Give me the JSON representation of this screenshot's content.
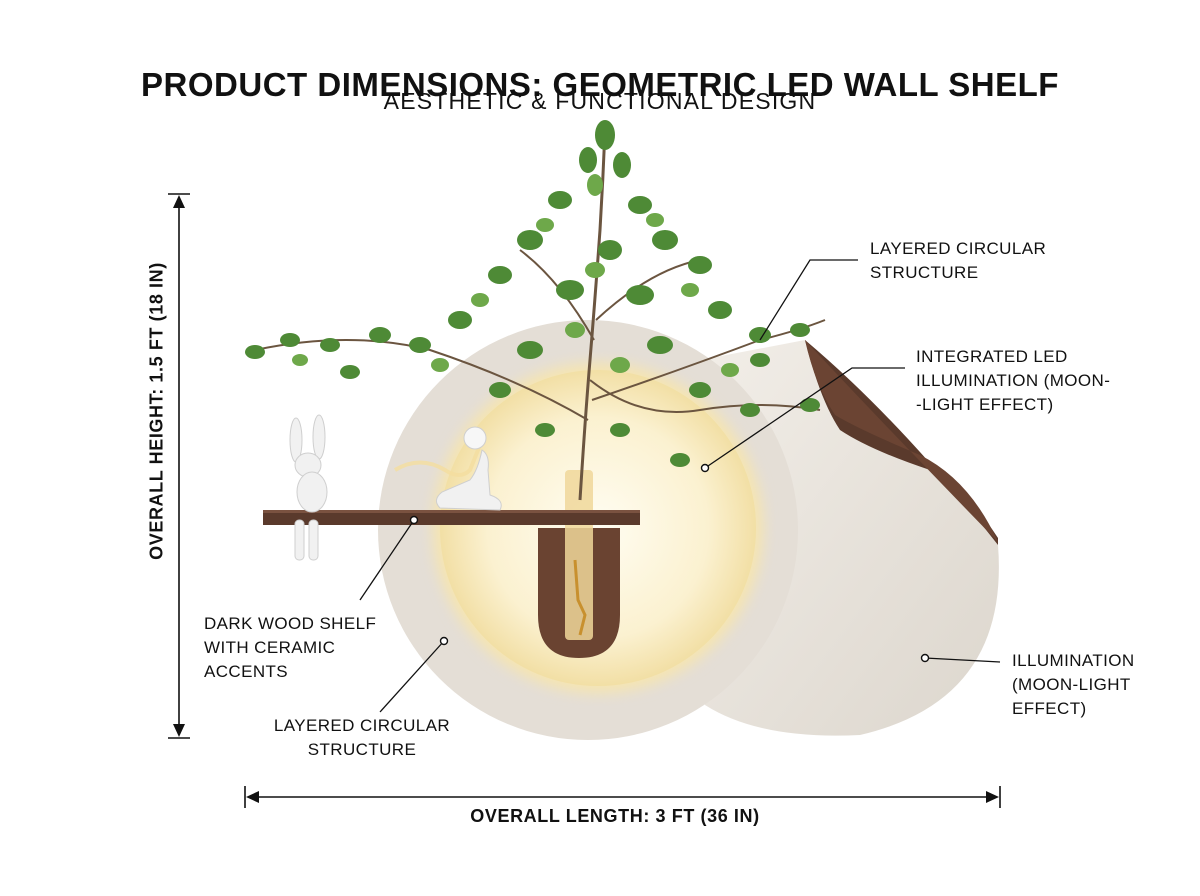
{
  "header": {
    "title": "PRODUCT DIMENSIONS: GEOMETRIC LED WALL SHELF",
    "subtitle": "AESTHETIC & FUNCTIONAL DESIGN"
  },
  "dimensions": {
    "height_label": "OVERALL HEIGHT: 1.5 FT (18 IN)",
    "length_label": "OVERALL LENGTH: 3 FT (36 IN)"
  },
  "callouts": {
    "structure_top": [
      "LAYERED CIRCULAR",
      "STRUCTURE"
    ],
    "led": [
      "INTEGRATED LED",
      "ILLUMINATION (MOON-",
      "-LIGHT EFFECT)"
    ],
    "shelf": [
      "DARK WOOD SHELF",
      "WITH CERAMIC",
      "ACCENTS"
    ],
    "structure_bottom": [
      "LAYERED CIRCULAR",
      "STRUCTURE"
    ],
    "illumination": [
      "ILLUMINATION",
      "(MOON-LIGHT",
      "EFFECT)"
    ]
  },
  "colors": {
    "wood": "#5a3a2c",
    "panel": "#e8e3dc",
    "glow": "#fff5d6",
    "foliage": "#4e8a36",
    "line": "#111111"
  }
}
